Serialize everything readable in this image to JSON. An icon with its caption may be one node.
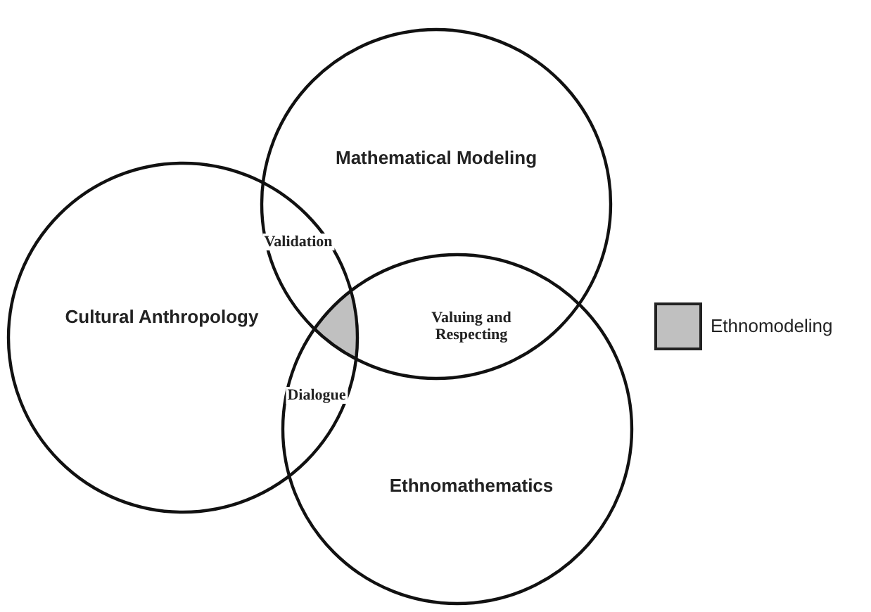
{
  "diagram": {
    "nodes": [
      {
        "text": [
          "Cultural Anthropology"
        ]
      },
      {
        "text": [
          "Mathematical Modeling"
        ]
      },
      {
        "text": [
          "Ethnomathematics"
        ]
      }
    ],
    "labels": [
      "Validation",
      "Valuing and Respecting",
      "Dialogue"
    ],
    "legend": [
      {
        "text": "Ethnomodeling",
        "color": "#c0c0c0"
      }
    ]
  }
}
